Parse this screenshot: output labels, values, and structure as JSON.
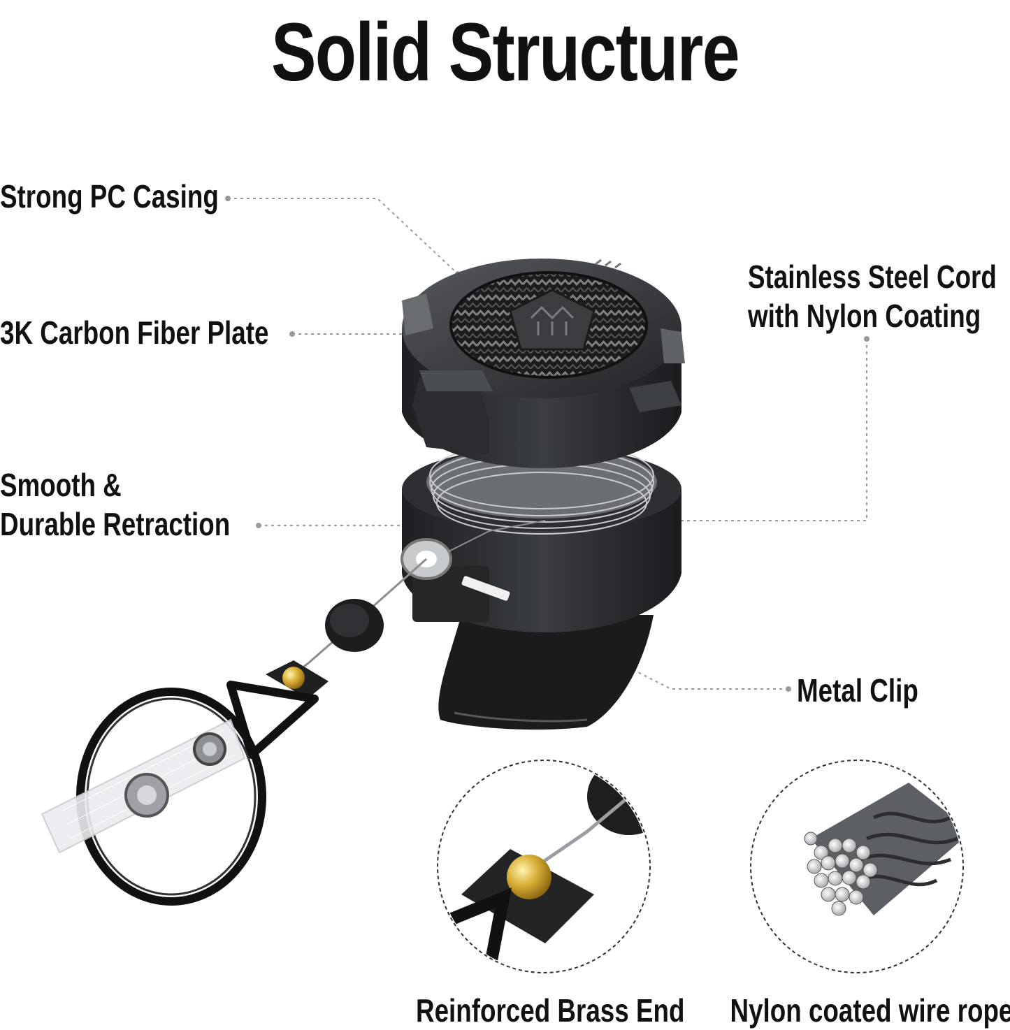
{
  "title": "Solid Structure",
  "callouts": {
    "casing": "Strong PC Casing",
    "plate": "3K Carbon Fiber Plate",
    "retraction_line1": "Smooth &",
    "retraction_line2": "Durable Retraction",
    "cord_line1": "Stainless Steel Cord",
    "cord_line2": "with Nylon Coating",
    "clip": "Metal Clip"
  },
  "details": {
    "brass_end": "Reinforced Brass End",
    "wire_rope": "Nylon coated wire rope"
  },
  "colors": {
    "text": "#111111",
    "leader": "#9a9a9a",
    "body": "#2a2c2f",
    "brass": "#c9a227"
  }
}
